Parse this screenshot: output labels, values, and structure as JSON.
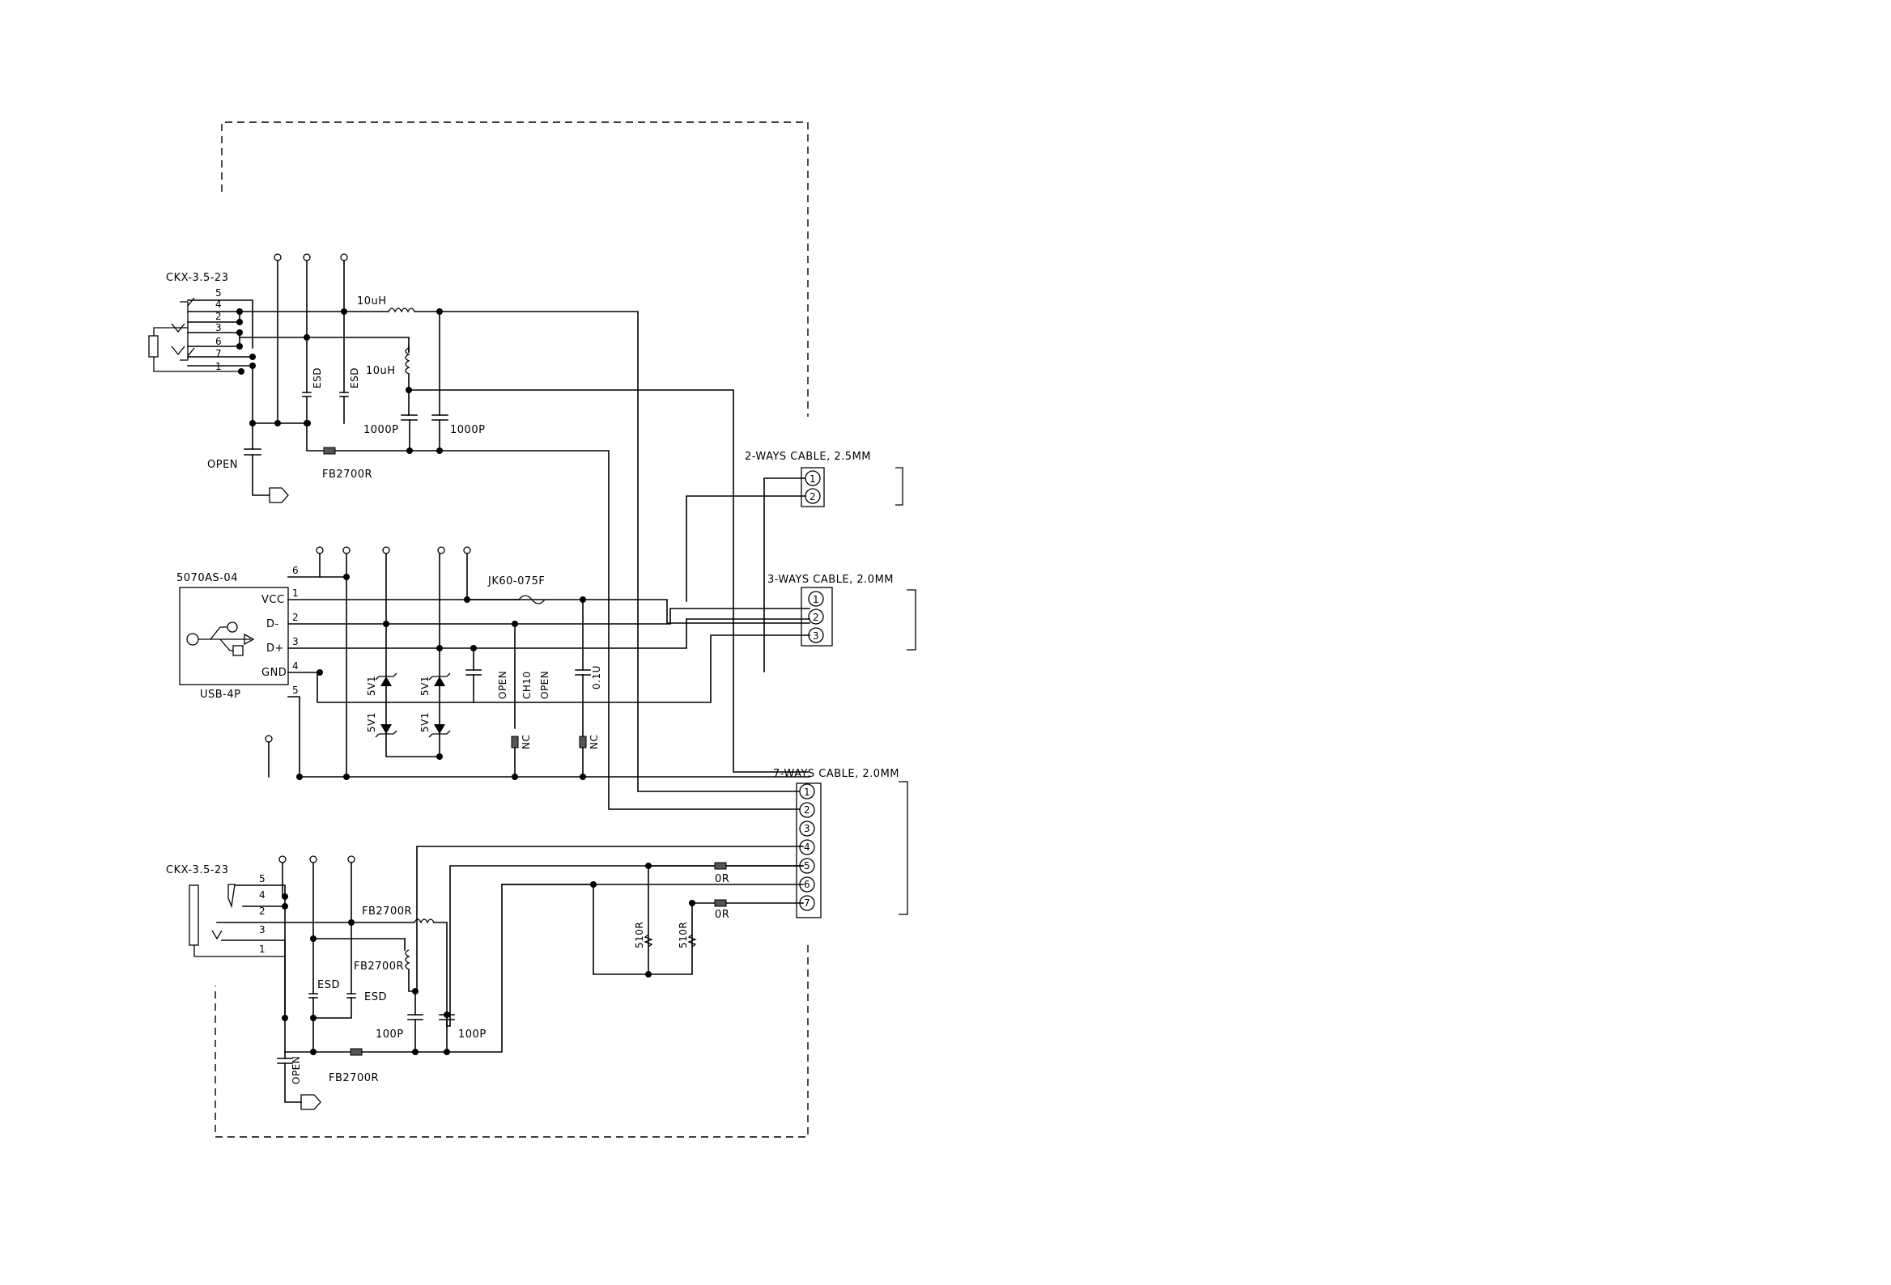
{
  "jack_top": {
    "part": "CKX-3.5-23",
    "pins": [
      "5",
      "4",
      "2",
      "3",
      "6",
      "7",
      "1"
    ],
    "inductor_label_1": "10uH",
    "inductor_label_2": "10uH",
    "esd_1": "ESD",
    "esd_2": "ESD",
    "cap_1": "1000P",
    "cap_2": "1000P",
    "open_cap": "OPEN",
    "ferrite": "FB2700R"
  },
  "usb": {
    "part": "5070AS-04",
    "type": "USB-4P",
    "pin_names": [
      "VCC",
      "D-",
      "D+",
      "GND"
    ],
    "pin_numbers": [
      "6",
      "1",
      "2",
      "3",
      "4",
      "5"
    ],
    "fuse": "JK60-075F",
    "zener_1": "5V1",
    "zener_2": "5V1",
    "zener_3": "5V1",
    "zener_4": "5V1",
    "cap_open_1": "OPEN",
    "cap_ch10": "CH10",
    "cap_open_2": "OPEN",
    "cap_01u": "0.1U",
    "nc_1": "NC",
    "nc_2": "NC"
  },
  "jack_bottom": {
    "part": "CKX-3.5-23",
    "pins": [
      "5",
      "4",
      "2",
      "3",
      "1"
    ],
    "fb_1": "FB2700R",
    "fb_2": "FB2700R",
    "fb_3": "FB2700R",
    "esd_1": "ESD",
    "esd_2": "ESD",
    "cap_1": "100P",
    "cap_2": "100P",
    "open_cap": "OPEN",
    "res_1": "510R",
    "res_2": "510R",
    "zero_1": "0R",
    "zero_2": "0R"
  },
  "connectors": {
    "two_way": {
      "label": "2-WAYS CABLE, 2.5MM",
      "pins": [
        "1",
        "2"
      ]
    },
    "three_way": {
      "label": "3-WAYS CABLE, 2.0MM",
      "pins": [
        "1",
        "2",
        "3"
      ]
    },
    "seven_way": {
      "label": "7-WAYS CABLE, 2.0MM",
      "pins": [
        "1",
        "2",
        "3",
        "4",
        "5",
        "6",
        "7"
      ]
    }
  }
}
